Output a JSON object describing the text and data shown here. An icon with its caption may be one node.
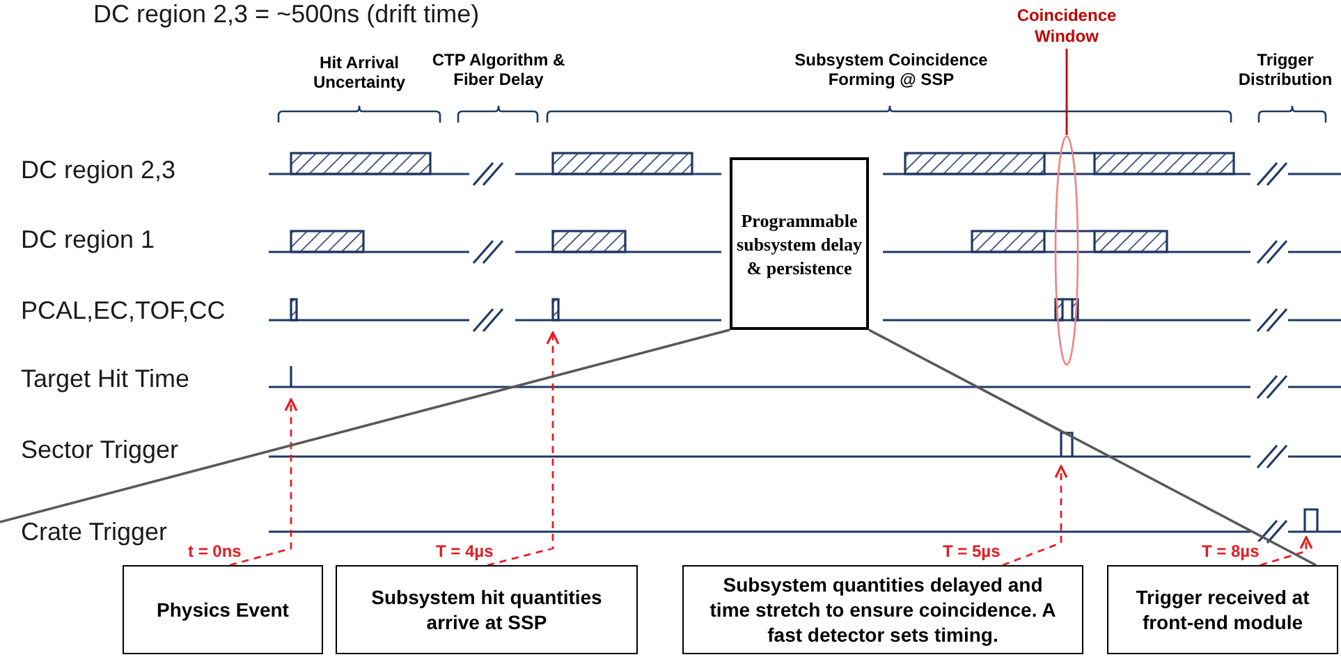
{
  "diagram": {
    "nodes": [
      {
        "text": [
          "Programmable subsystem delay & persistence"
        ]
      },
      {
        "text": [
          "Physics Event"
        ]
      },
      {
        "text": [
          "Subsystem hit quantities arrive at SSP"
        ]
      },
      {
        "text": [
          "Subsystem quantities delayed and time stretch to ensure coincidence. A fast detector sets timing."
        ]
      },
      {
        "text": [
          "Trigger received at front-end module"
        ]
      },
      {
        "text": [
          "Coincidence Window"
        ]
      },
      {
        "text": [],
        "shape": "ellipse"
      }
    ],
    "edges": [
      {
        "from": 1,
        "to": null,
        "arrow": "to",
        "label": "t = 0ns",
        "style": "dashed",
        "color": "#e31e24"
      },
      {
        "from": 2,
        "to": null,
        "arrow": "to",
        "label": "T = 4µs",
        "style": "dashed",
        "color": "#e31e24"
      },
      {
        "from": 3,
        "to": null,
        "arrow": "to",
        "label": "T = 5µs",
        "style": "dashed",
        "color": "#e31e24"
      },
      {
        "from": 4,
        "to": null,
        "arrow": "to",
        "label": "T = 8µs",
        "style": "dashed",
        "color": "#e31e24"
      },
      {
        "from": 0,
        "to": null,
        "arrow": "none",
        "color": "#595959"
      },
      {
        "from": 0,
        "to": 4,
        "arrow": "none",
        "color": "#595959"
      },
      {
        "from": 5,
        "to": 6,
        "arrow": "none",
        "color": "#c00000"
      }
    ],
    "labels": [
      "DC region 2,3 = ~500ns (drift time)",
      "Hit Arrival Uncertainty",
      "CTP Algorithm & Fiber Delay",
      "Subsystem Coincidence Forming @ SSP",
      "Trigger Distribution",
      "DC region 2,3",
      "DC region 1",
      "PCAL,EC,TOF,CC",
      "Target Hit Time",
      "Sector Trigger",
      "Crate Trigger"
    ]
  }
}
